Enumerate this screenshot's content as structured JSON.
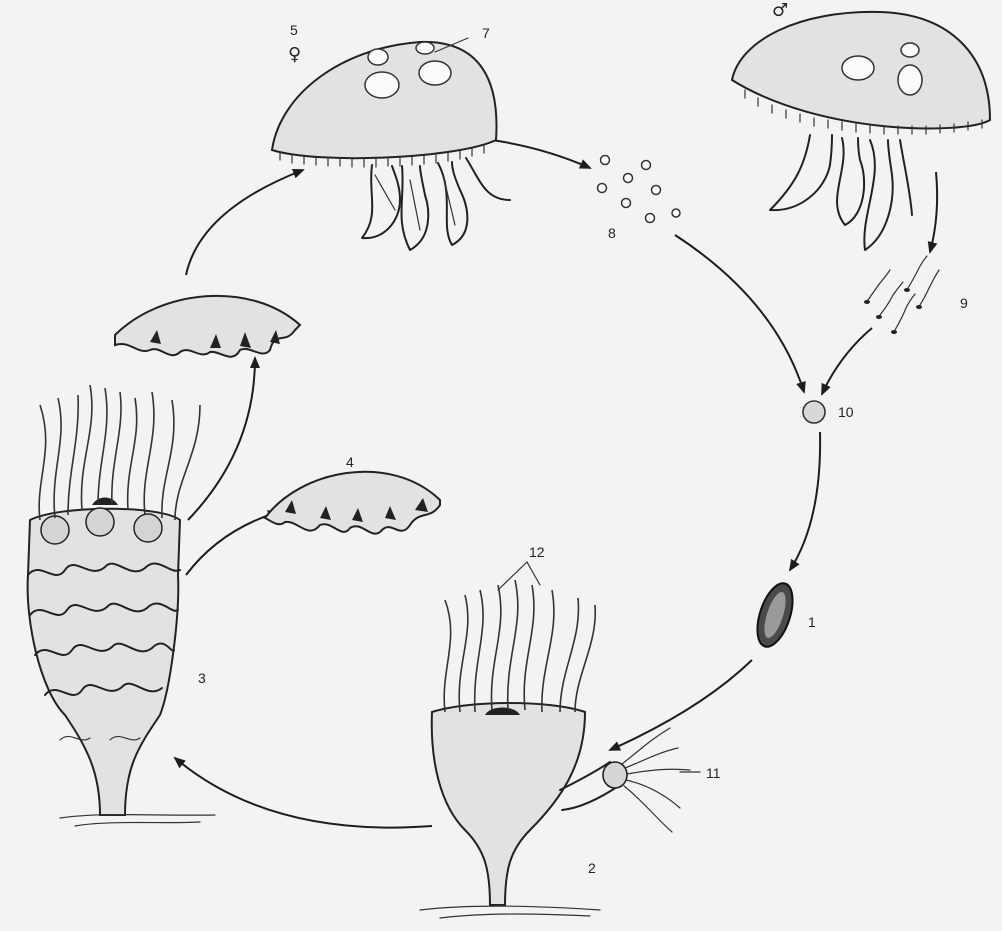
{
  "diagram": {
    "stages": [
      {
        "id": "planula",
        "label": "1"
      },
      {
        "id": "polyp",
        "label": "2"
      },
      {
        "id": "strobila",
        "label": "3"
      },
      {
        "id": "ephyra",
        "label": "4"
      },
      {
        "id": "female-medusa",
        "label": "5",
        "symbol": "♀"
      },
      {
        "id": "male-medusa",
        "label": "",
        "symbol": "♂"
      },
      {
        "id": "female-medusa-pointer",
        "label": "7"
      },
      {
        "id": "eggs",
        "label": "8"
      },
      {
        "id": "sperm",
        "label": "9"
      },
      {
        "id": "zygote",
        "label": "10"
      },
      {
        "id": "budding-polyp",
        "label": "11"
      },
      {
        "id": "tentacles",
        "label": "12"
      }
    ]
  }
}
